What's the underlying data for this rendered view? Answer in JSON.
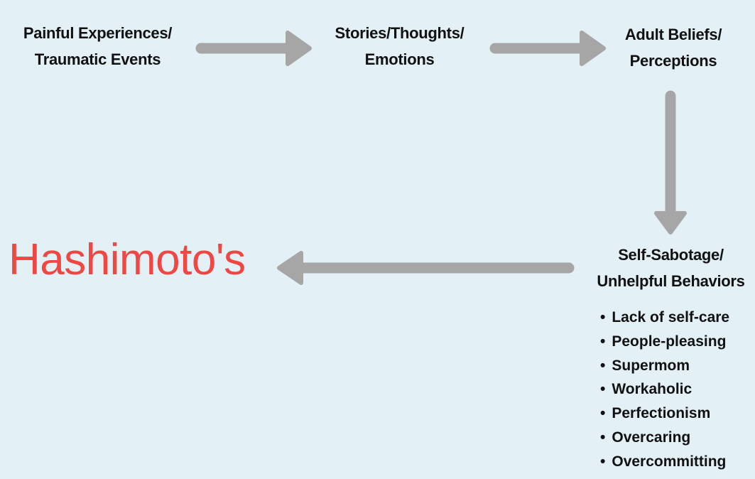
{
  "nodes": {
    "painful_experiences": {
      "line1": "Painful Experiences/",
      "line2": "Traumatic Events"
    },
    "stories_thoughts": {
      "line1": "Stories/Thoughts/",
      "line2": "Emotions"
    },
    "adult_beliefs": {
      "line1": "Adult Beliefs/",
      "line2": "Perceptions"
    },
    "self_sabotage": {
      "line1": "Self-Sabotage/",
      "line2": "Unhelpful Behaviors"
    }
  },
  "outcome": {
    "label": "Hashimoto's"
  },
  "behaviors": [
    "Lack of self-care",
    "People-pleasing",
    "Supermom",
    "Workaholic",
    "Perfectionism",
    "Overcaring",
    "Overcommitting"
  ],
  "colors": {
    "background": "#e3f0f5",
    "arrow": "#a6a6a6",
    "outcome_text": "#ef4744",
    "text": "#111111"
  }
}
